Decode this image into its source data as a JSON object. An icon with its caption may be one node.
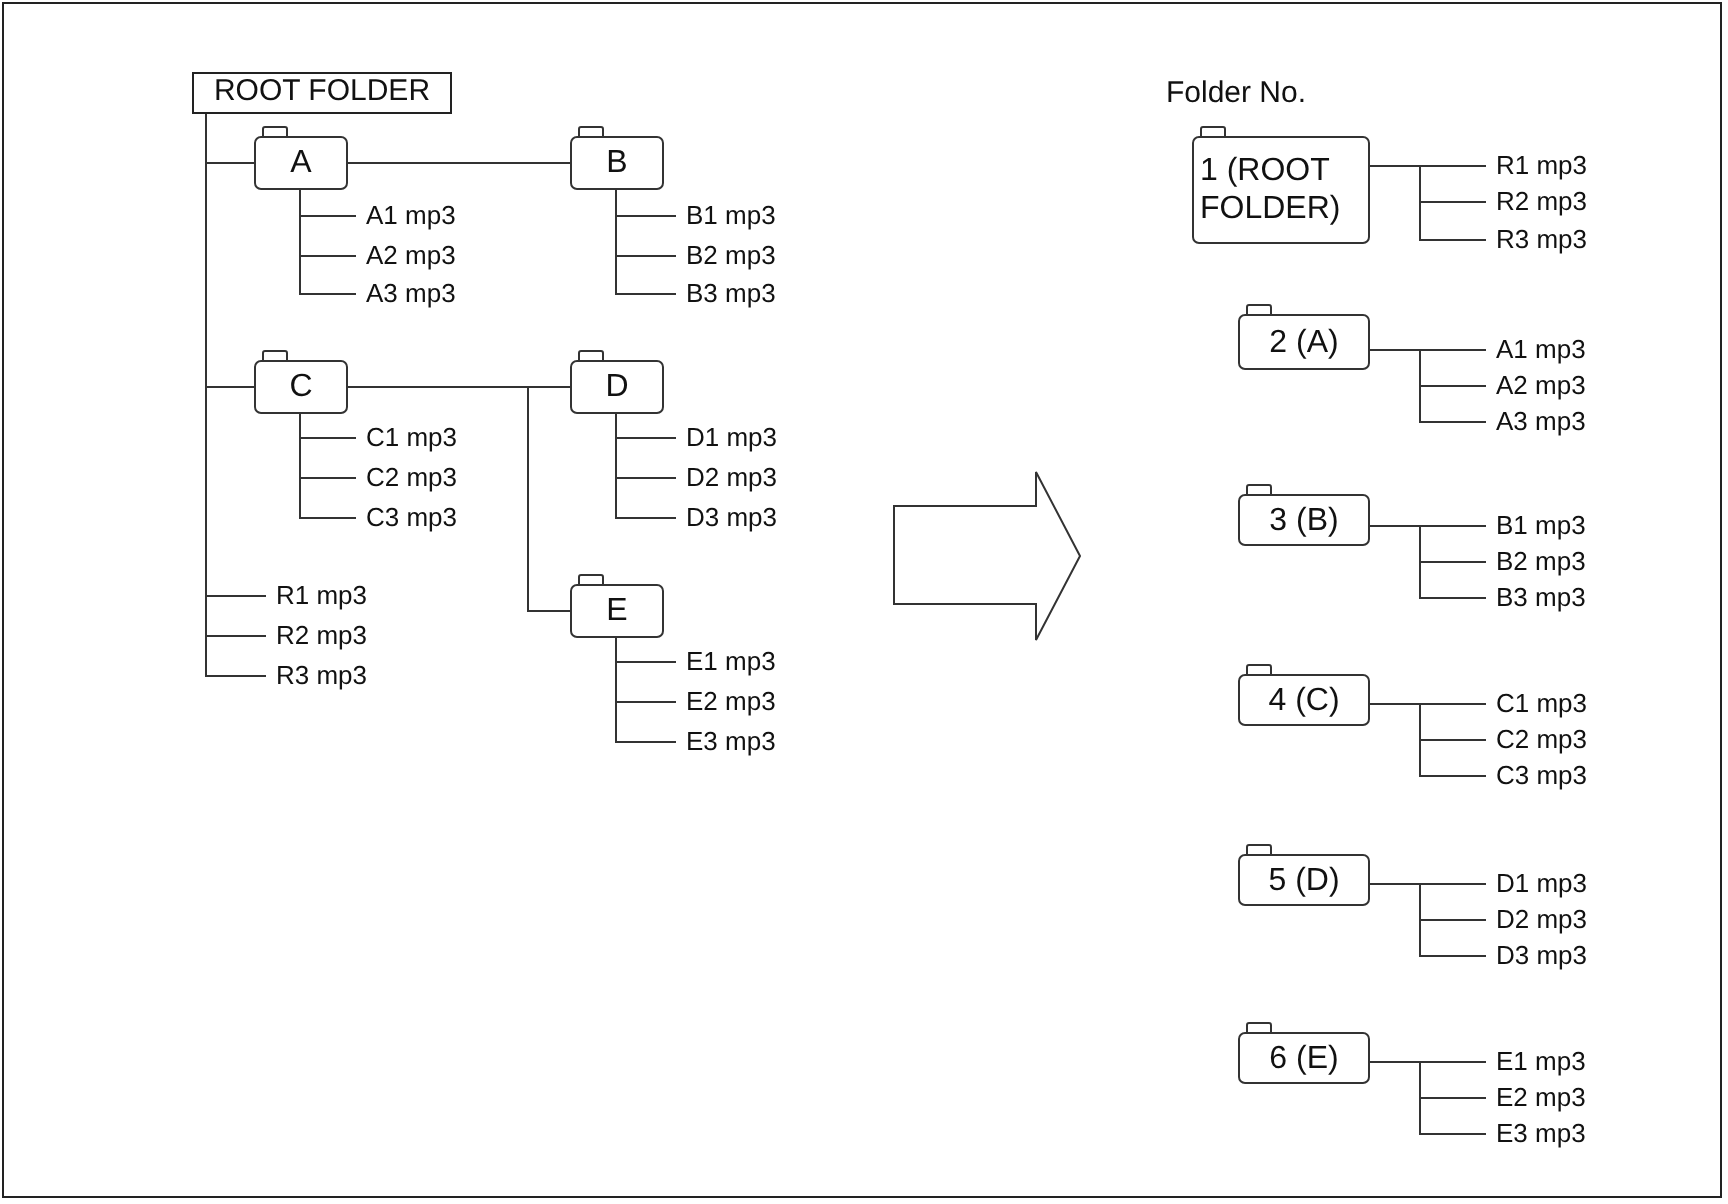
{
  "diagram": {
    "nodes": [
      {
        "text": [
          "ROOT FOLDER"
        ]
      },
      {
        "text": [
          "A"
        ]
      },
      {
        "text": [
          "A1 mp3"
        ]
      },
      {
        "text": [
          "A2 mp3"
        ]
      },
      {
        "text": [
          "A3 mp3"
        ]
      },
      {
        "text": [
          "B"
        ]
      },
      {
        "text": [
          "B1 mp3"
        ]
      },
      {
        "text": [
          "B2 mp3"
        ]
      },
      {
        "text": [
          "B3 mp3"
        ]
      },
      {
        "text": [
          "C"
        ]
      },
      {
        "text": [
          "C1 mp3"
        ]
      },
      {
        "text": [
          "C2 mp3"
        ]
      },
      {
        "text": [
          "C3 mp3"
        ]
      },
      {
        "text": [
          "D"
        ]
      },
      {
        "text": [
          "D1 mp3"
        ]
      },
      {
        "text": [
          "D2 mp3"
        ]
      },
      {
        "text": [
          "D3 mp3"
        ]
      },
      {
        "text": [
          "R1 mp3"
        ]
      },
      {
        "text": [
          "R2 mp3"
        ]
      },
      {
        "text": [
          "R3 mp3"
        ]
      },
      {
        "text": [
          "E"
        ]
      },
      {
        "text": [
          "E1 mp3"
        ]
      },
      {
        "text": [
          "E2 mp3"
        ]
      },
      {
        "text": [
          "E3 mp3"
        ]
      },
      {
        "text": [
          "1 (ROOT FOLDER)"
        ]
      },
      {
        "text": [
          "R1 mp3"
        ]
      },
      {
        "text": [
          "R2 mp3"
        ]
      },
      {
        "text": [
          "R3 mp3"
        ]
      },
      {
        "text": [
          "2 (A)"
        ]
      },
      {
        "text": [
          "A1 mp3"
        ]
      },
      {
        "text": [
          "A2 mp3"
        ]
      },
      {
        "text": [
          "A3 mp3"
        ]
      },
      {
        "text": [
          "3 (B)"
        ]
      },
      {
        "text": [
          "B1 mp3"
        ]
      },
      {
        "text": [
          "B2 mp3"
        ]
      },
      {
        "text": [
          "B3 mp3"
        ]
      },
      {
        "text": [
          "4 (C)"
        ]
      },
      {
        "text": [
          "C1 mp3"
        ]
      },
      {
        "text": [
          "C2 mp3"
        ]
      },
      {
        "text": [
          "C3 mp3"
        ]
      },
      {
        "text": [
          "5 (D)"
        ]
      },
      {
        "text": [
          "D1 mp3"
        ]
      },
      {
        "text": [
          "D2 mp3"
        ]
      },
      {
        "text": [
          "D3 mp3"
        ]
      },
      {
        "text": [
          "6 (E)"
        ]
      },
      {
        "text": [
          "E1 mp3"
        ]
      },
      {
        "text": [
          "E2 mp3"
        ]
      },
      {
        "text": [
          "E3 mp3"
        ]
      }
    ],
    "edges": [
      {
        "from": 0,
        "to": 1,
        "arrow": "none"
      },
      {
        "from": 1,
        "to": 5,
        "arrow": "none"
      },
      {
        "from": 1,
        "to": 2,
        "arrow": "none"
      },
      {
        "from": 1,
        "to": 3,
        "arrow": "none"
      },
      {
        "from": 1,
        "to": 4,
        "arrow": "none"
      },
      {
        "from": 5,
        "to": 6,
        "arrow": "none"
      },
      {
        "from": 5,
        "to": 7,
        "arrow": "none"
      },
      {
        "from": 5,
        "to": 8,
        "arrow": "none"
      },
      {
        "from": 0,
        "to": 9,
        "arrow": "none"
      },
      {
        "from": 9,
        "to": 13,
        "arrow": "none"
      },
      {
        "from": 9,
        "to": 20,
        "arrow": "none"
      },
      {
        "from": 9,
        "to": 10,
        "arrow": "none"
      },
      {
        "from": 9,
        "to": 11,
        "arrow": "none"
      },
      {
        "from": 9,
        "to": 12,
        "arrow": "none"
      },
      {
        "from": 13,
        "to": 14,
        "arrow": "none"
      },
      {
        "from": 13,
        "to": 15,
        "arrow": "none"
      },
      {
        "from": 13,
        "to": 16,
        "arrow": "none"
      },
      {
        "from": 0,
        "to": 17,
        "arrow": "none"
      },
      {
        "from": 0,
        "to": 18,
        "arrow": "none"
      },
      {
        "from": 0,
        "to": 19,
        "arrow": "none"
      },
      {
        "from": 20,
        "to": 21,
        "arrow": "none"
      },
      {
        "from": 20,
        "to": 22,
        "arrow": "none"
      },
      {
        "from": 20,
        "to": 23,
        "arrow": "none"
      },
      {
        "from": 24,
        "to": 25,
        "arrow": "none"
      },
      {
        "from": 24,
        "to": 26,
        "arrow": "none"
      },
      {
        "from": 24,
        "to": 27,
        "arrow": "none"
      },
      {
        "from": 28,
        "to": 29,
        "arrow": "none"
      },
      {
        "from": 28,
        "to": 30,
        "arrow": "none"
      },
      {
        "from": 28,
        "to": 31,
        "arrow": "none"
      },
      {
        "from": 32,
        "to": 33,
        "arrow": "none"
      },
      {
        "from": 32,
        "to": 34,
        "arrow": "none"
      },
      {
        "from": 32,
        "to": 35,
        "arrow": "none"
      },
      {
        "from": 36,
        "to": 37,
        "arrow": "none"
      },
      {
        "from": 36,
        "to": 38,
        "arrow": "none"
      },
      {
        "from": 36,
        "to": 39,
        "arrow": "none"
      },
      {
        "from": 40,
        "to": 41,
        "arrow": "none"
      },
      {
        "from": 40,
        "to": 42,
        "arrow": "none"
      },
      {
        "from": 40,
        "to": 43,
        "arrow": "none"
      },
      {
        "from": 44,
        "to": 45,
        "arrow": "none"
      },
      {
        "from": 44,
        "to": 46,
        "arrow": "none"
      },
      {
        "from": 44,
        "to": 47,
        "arrow": "none"
      }
    ],
    "labels": [
      "Folder No."
    ]
  }
}
